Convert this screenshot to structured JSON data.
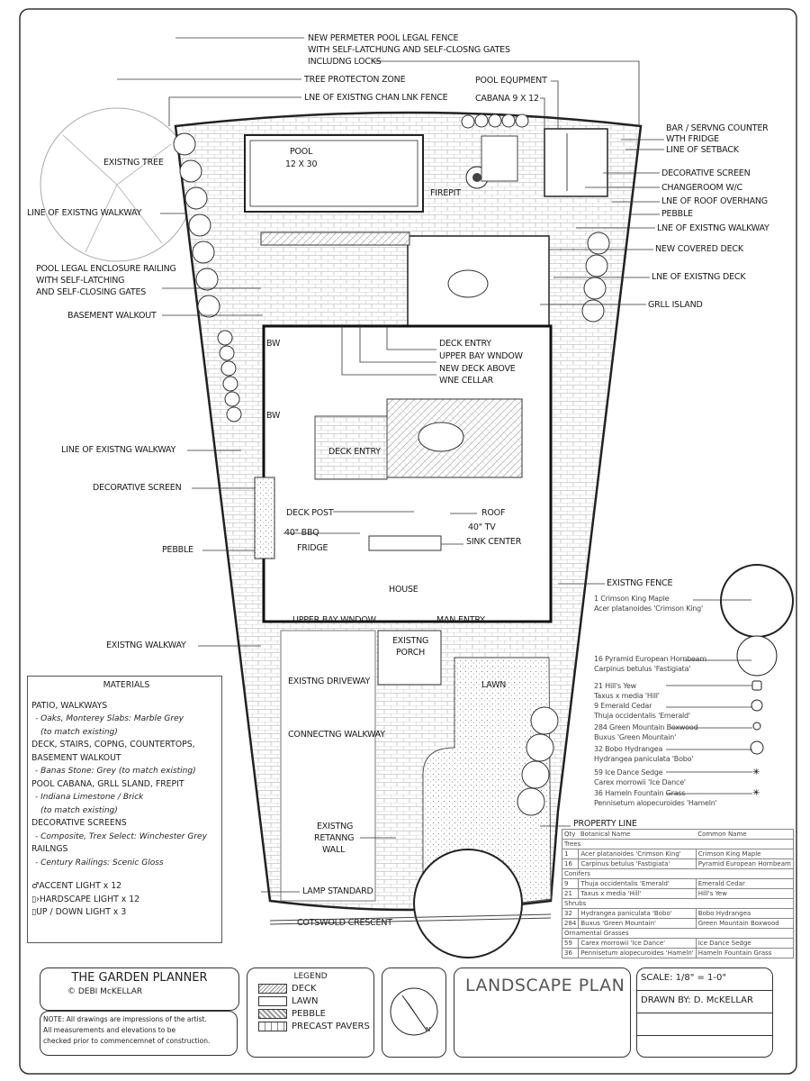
{
  "title_block": {
    "company": "THE GARDEN PLANNER",
    "copyright": "© DEBI McKELLAR",
    "note": [
      "NOTE: All drawings are impressions of the artist.",
      "All measurements and elevations to be",
      "checked prior to commencemnet of construction."
    ],
    "plan_title": "LANDSCAPE PLAN",
    "scale": "SCALE: 1/8\" = 1-0\"",
    "drawn_by": "DRAWN BY: D. McKELLAR",
    "compass_letter": "N"
  },
  "legend": {
    "title": "LEGEND",
    "items": [
      "DECK",
      "LAWN",
      "PEBBLE",
      "PRECAST PAVERS"
    ]
  },
  "materials": {
    "title": "MATERIALS",
    "lines": [
      "PATIO, WALKWAYS",
      "- Oaks, Monterey Slabs: Marble Grey",
      "(to match existing)",
      "DECK, STAIRS, COPNG, COUNTERTOPS,",
      "BASEMENT WALKOUT",
      "- Banas Stone: Grey (to match existing)",
      "POOL CABANA, GRLL SLAND, FREPIT",
      "- Indiana Limestone / Brick",
      "(to match existing)",
      "DECORATIVE SCREENS",
      "- Composite, Trex Select: Winchester Grey",
      "RAILNGS",
      "- Century Railings: Scenic Gloss"
    ],
    "lights": [
      "ACCENT LIGHT x 12",
      "HARDSCAPE LIGHT x 12",
      "UP / DOWN LIGHT x 3"
    ]
  },
  "labels": [
    "NEW PERMETER POOL LEGAL FENCE",
    "WITH SELF-LATCHUNG AND SELF-CLOSNG GATES",
    "INCLUDNG LOCKS",
    "TREE PROTECTON ZONE",
    "LNE OF EXISTNG CHAN LNK FENCE",
    "POOL EQUPMENT",
    "CABANA  9 X 12",
    "POOL",
    "12 X 30",
    "EXISTNG TREE",
    "LINE OF EXISTNG WALKWAY",
    "FIREPIT",
    "BAR / SERVNG COUNTER",
    "WTH FRIDGE",
    "LINE OF SETBACK",
    "DECORATIVE SCREEN",
    "CHANGEROOM W/C",
    "LNE OF ROOF OVERHANG",
    "PEBBLE",
    "LNE OF EXISTNG WALKWAY",
    "NEW COVERED DECK",
    "LNE OF EXISTNG DECK",
    "GRLL ISLAND",
    "POOL LEGAL ENCLOSURE RAILING",
    "WITH SELF-LATCHING",
    "AND SELF-CLOSING GATES",
    "BASEMENT WALKOUT",
    "DECK ENTRY",
    "UPPER BAY WNDOW",
    "NEW DECK ABOVE",
    "WNE CELLAR",
    "BW",
    "BW",
    "DECK ENTRY",
    "LINE OF EXISTNG WALKWAY",
    "DECORATIVE SCREEN",
    "DECK POST",
    "ROOF",
    "40\" BBQ",
    "40\" TV",
    "SINK CENTER",
    "FRIDGE",
    "PEBBLE",
    "EXISTNG FENCE",
    "HOUSE",
    "UPPER BAY WNDOW",
    "MAN ENTRY",
    "EXISTNG WALKWAY",
    "EXISTNG",
    "PORCH",
    "EXISTNG DRIVEWAY",
    "LAWN",
    "CONNECTNG WALKWAY",
    "PROPERTY LINE",
    "EXISTNG",
    "RETANNG",
    "WALL",
    "LAMP STANDARD",
    "COTSWOLD CRESCENT"
  ],
  "plant_key": [
    "1 Crimson King Maple",
    "Acer platanoides 'Crimson King'",
    "16 Pyramid European Hornbeam",
    "Carpinus betulus 'Fastigiata'",
    "21 Hill's Yew",
    "Taxus x media 'Hill'",
    "9 Emerald Cedar",
    "Thuja occidentalis 'Emerald'",
    "284 Green Mountain Boxwood",
    "Buxus 'Green Mountain'",
    "32 Bobo Hydrangea",
    "Hydrangea paniculata 'Bobo'",
    "59 Ice Dance Sedge",
    "Carex morrowii 'Ice Dance'",
    "36 Hameln Fountain Grass",
    "Pennisetum alopecuroides 'Hameln'"
  ],
  "plant_table": {
    "headers": [
      "Qty",
      "Botanical Name",
      "Common Name"
    ],
    "rows": [
      {
        "group": "Trees"
      },
      {
        "qty": "1",
        "botanical": "Acer platanoides 'Crimson King'",
        "common": "Crimson King Maple"
      },
      {
        "qty": "16",
        "botanical": "Carpinus betulus 'Fastigiata'",
        "common": "Pyramid European Hornbeam"
      },
      {
        "group": "Conifers"
      },
      {
        "qty": "9",
        "botanical": "Thuja occidentalis 'Emerald'",
        "common": "Emerald Cedar"
      },
      {
        "qty": "21",
        "botanical": "Taxus x media 'Hill'",
        "common": "Hill's Yew"
      },
      {
        "group": "Shrubs"
      },
      {
        "qty": "32",
        "botanical": "Hydrangea paniculata 'Bobo'",
        "common": "Bobo Hydrangea"
      },
      {
        "qty": "284",
        "botanical": "Buxus 'Green Mountain'",
        "common": "Green Mountain Boxwood"
      },
      {
        "group": "Ornamental Grasses"
      },
      {
        "qty": "59",
        "botanical": "Carex morrowii 'Ice Dance'",
        "common": "Ice Dance Sedge"
      },
      {
        "qty": "36",
        "botanical": "Pennisetum alopecuroides 'Hameln'",
        "common": "Hameln Fountain Grass"
      }
    ]
  }
}
